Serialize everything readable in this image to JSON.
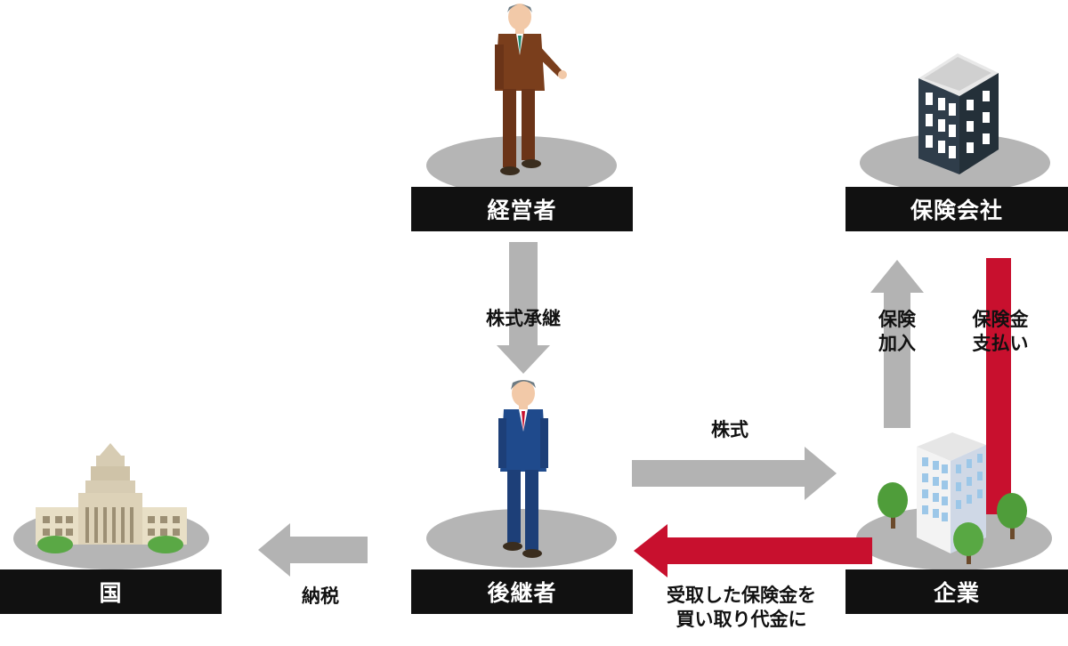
{
  "nodes": {
    "manager": "経営者",
    "successor": "後継者",
    "company": "企業",
    "insurer": "保険会社",
    "state": "国"
  },
  "flows": {
    "share_succession": "株式承継",
    "shares": "株式",
    "tax_payment": "納税",
    "insurance_join_1": "保険",
    "insurance_join_2": "加入",
    "insurance_pay_1": "保険金",
    "insurance_pay_2": "支払い",
    "buyback_1": "受取した保険金を",
    "buyback_2": "買い取り代金に"
  },
  "colors": {
    "label_bg": "#111111",
    "arrow_gray": "#b3b3b3",
    "arrow_red": "#c8102e",
    "platform": "#b5b5b5"
  },
  "icons": [
    "businessman-icon",
    "successor-icon",
    "insurance-building-icon",
    "company-building-icon",
    "diet-building-icon"
  ]
}
